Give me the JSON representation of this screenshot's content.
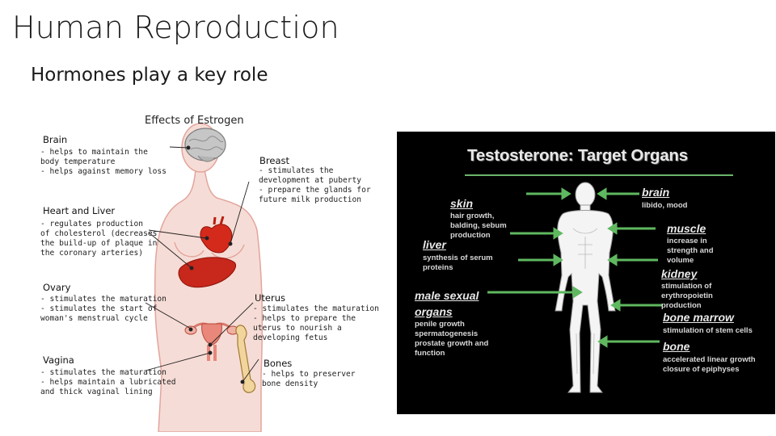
{
  "slide": {
    "title": "Human Reproduction",
    "subtitle": "Hormones play a key role"
  },
  "estrogen": {
    "title": "Effects of Estrogen",
    "brain": {
      "heading": "Brain",
      "text": "- helps to maintain the\nbody temperature\n- helps against memory loss"
    },
    "breast": {
      "heading": "Breast",
      "text": "- stimulates the\ndevelopment at puberty\n- prepare the glands for\nfuture milk production"
    },
    "heart_liver": {
      "heading": "Heart and Liver",
      "text": "- regulates production\nof cholesterol (decreases\nthe build-up of plaque in\nthe coronary arteries)"
    },
    "ovary": {
      "heading": "Ovary",
      "text": "- stimulates the maturation\n- stimulates the start of\nwoman's menstrual cycle"
    },
    "uterus": {
      "heading": "Uterus",
      "text": "- stimulates the maturation\n- helps to prepare the\nuterus to nourish a\ndeveloping fetus"
    },
    "vagina": {
      "heading": "Vagina",
      "text": "- stimulates the maturation\n- helps maintain a lubricated\nand thick vaginal lining"
    },
    "bones": {
      "heading": "Bones",
      "text": "- helps to preserver\nbone density"
    }
  },
  "testosterone": {
    "title": "Testosterone: Target Organs",
    "skin": {
      "name": "skin",
      "desc": "hair growth,\nbalding, sebum\nproduction"
    },
    "liver": {
      "name": "liver",
      "desc": "synthesis of serum\nproteins"
    },
    "male_sexual_organs": {
      "name1": "male sexual",
      "name2": "organs",
      "desc": "penile growth\nspermatogenesis\nprostate growth and\nfunction"
    },
    "brain": {
      "name": "brain",
      "desc": "libido, mood"
    },
    "muscle": {
      "name": "muscle",
      "desc": "increase in\nstrength and\nvolume"
    },
    "kidney": {
      "name": "kidney",
      "desc": "stimulation of\nerythropoietin\nproduction"
    },
    "bone_marrow": {
      "name": "bone marrow",
      "desc": "stimulation of stem cells"
    },
    "bone": {
      "name": "bone",
      "desc": "accelerated linear growth\nclosure of epiphyses"
    }
  },
  "colors": {
    "body_fill": "#f6dcd6",
    "body_outline": "#e2a59c",
    "organ_red": "#d42a1c",
    "arrow_green": "#5fb85f",
    "testo_bg": "#000000"
  }
}
